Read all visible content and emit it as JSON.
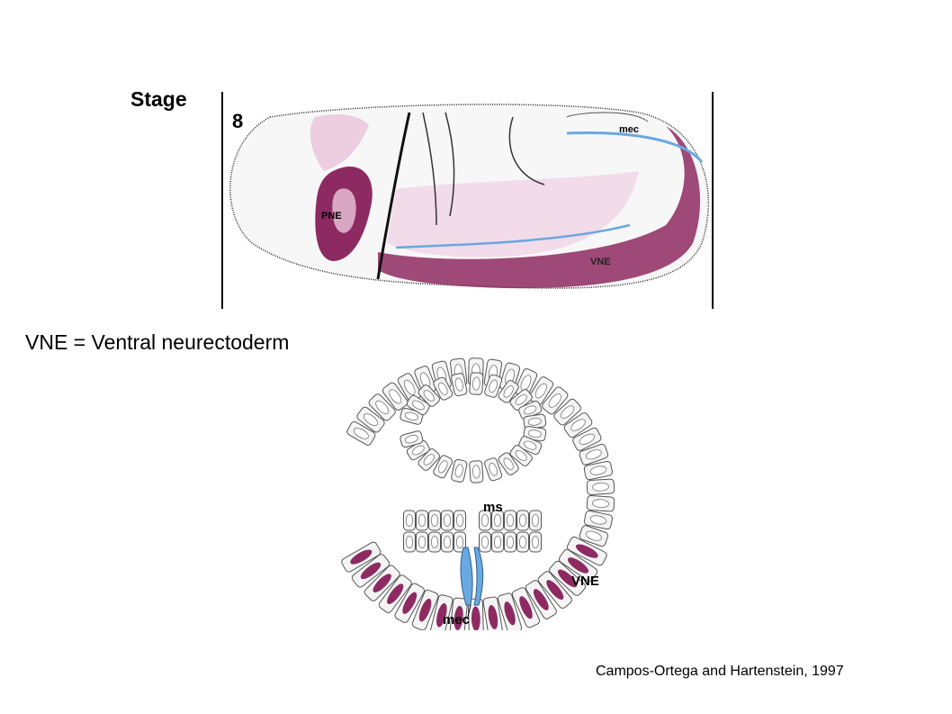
{
  "stage_label": "Stage",
  "definition": "VNE = Ventral neurectoderm",
  "citation": "Campos-Ortega and Hartenstein, 1997",
  "embryo_panel": {
    "stage_number": "8",
    "labels": {
      "mec": "mec",
      "pne": "PNE",
      "vne": "VNE"
    }
  },
  "cross_section": {
    "labels": {
      "ms": "ms",
      "vne": "VNE",
      "mec": "mec"
    }
  },
  "colors": {
    "neurectoderm": "#8e2a62",
    "neurectoderm_light": "#e6bfd6",
    "mesectoderm": "#6aa8e0",
    "cell_outline": "#555555"
  }
}
